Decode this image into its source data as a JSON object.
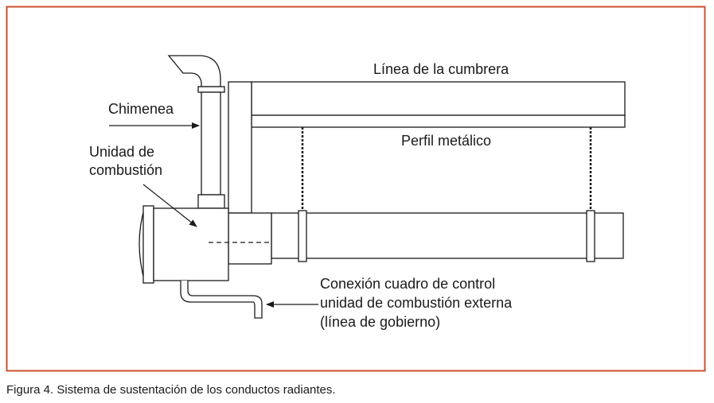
{
  "figure": {
    "border_color": "#c9502f",
    "labels": {
      "ridge_line": "Línea de la cumbrera",
      "metal_profile": "Perfil metálico",
      "chimney": "Chimenea",
      "combustion_unit_line1": "Unidad de",
      "combustion_unit_line2": "combustión",
      "connection_line1": "Conexión cuadro de control",
      "connection_line2": "unidad de combustión externa",
      "connection_line3": "(línea de gobierno)"
    },
    "caption": "Figura 4. Sistema de sustentación de los conductos radiantes."
  }
}
